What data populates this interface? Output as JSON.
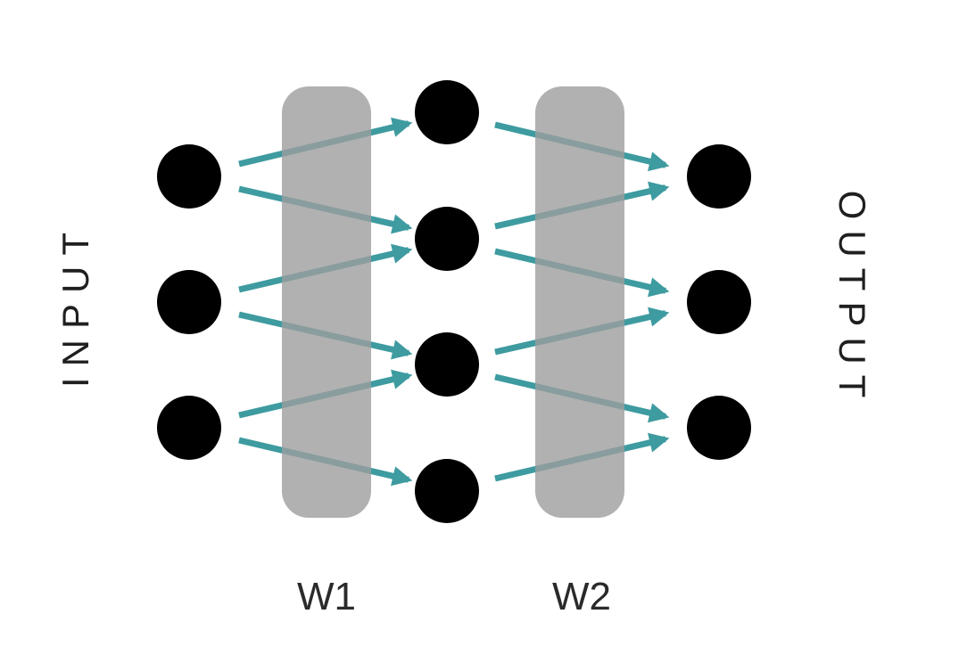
{
  "labels": {
    "input": "INPUT",
    "output": "OUTPUT",
    "w1": "W1",
    "w2": "W2"
  },
  "network": {
    "layers": [
      3,
      4,
      3
    ],
    "connections_w1": [
      [
        0,
        0
      ],
      [
        0,
        1
      ],
      [
        1,
        1
      ],
      [
        1,
        2
      ],
      [
        2,
        2
      ],
      [
        2,
        3
      ]
    ],
    "connections_w2": [
      [
        0,
        0
      ],
      [
        1,
        0
      ],
      [
        1,
        1
      ],
      [
        2,
        1
      ],
      [
        2,
        2
      ],
      [
        3,
        2
      ]
    ]
  },
  "colors": {
    "node": "#000000",
    "arrow": "#3e9ba0",
    "weight_band": "#9e9e9e",
    "text": "#222222"
  }
}
